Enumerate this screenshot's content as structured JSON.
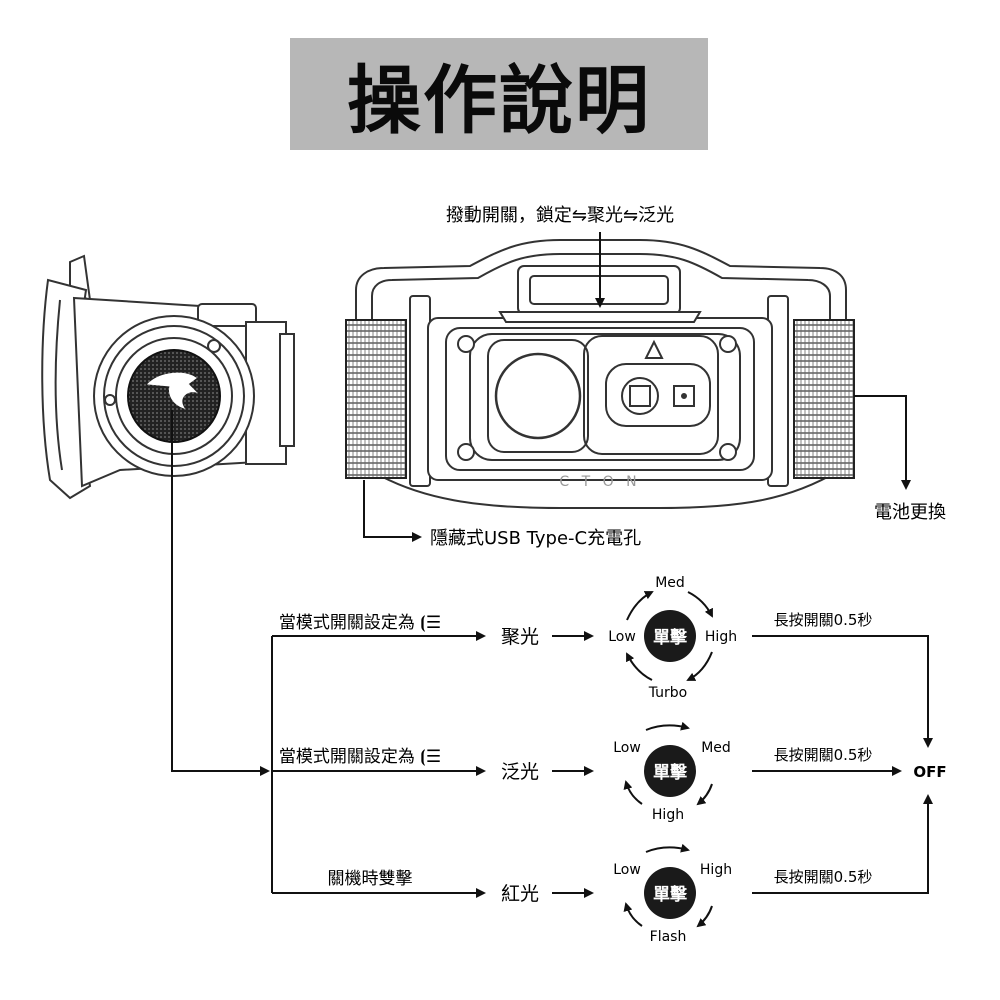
{
  "title": "操作說明",
  "labels": {
    "switch": "撥動開關，鎖定⇋聚光⇋泛光",
    "battery": "電池更換",
    "usb": "隱藏式USB Type-C充電孔"
  },
  "rows": [
    {
      "condition": "當模式開關設定為 ⦗☰",
      "mode": "聚光",
      "center": "單擊",
      "modes": {
        "top": "Med",
        "left": "Low",
        "right": "High",
        "bottom": "Turbo"
      },
      "off_label": "長按開關0.5秒"
    },
    {
      "condition": "當模式開關設定為 ⦗☰",
      "mode": "泛光",
      "center": "單擊",
      "modes": {
        "top_left": "Low",
        "top_right": "Med",
        "bottom": "High"
      },
      "off_label": "長按開關0.5秒"
    },
    {
      "condition": "關機時雙擊",
      "mode": "紅光",
      "center": "單擊",
      "modes": {
        "top_left": "Low",
        "top_right": "High",
        "bottom": "Flash"
      },
      "off_label": "長按開關0.5秒"
    }
  ],
  "off": "OFF"
}
